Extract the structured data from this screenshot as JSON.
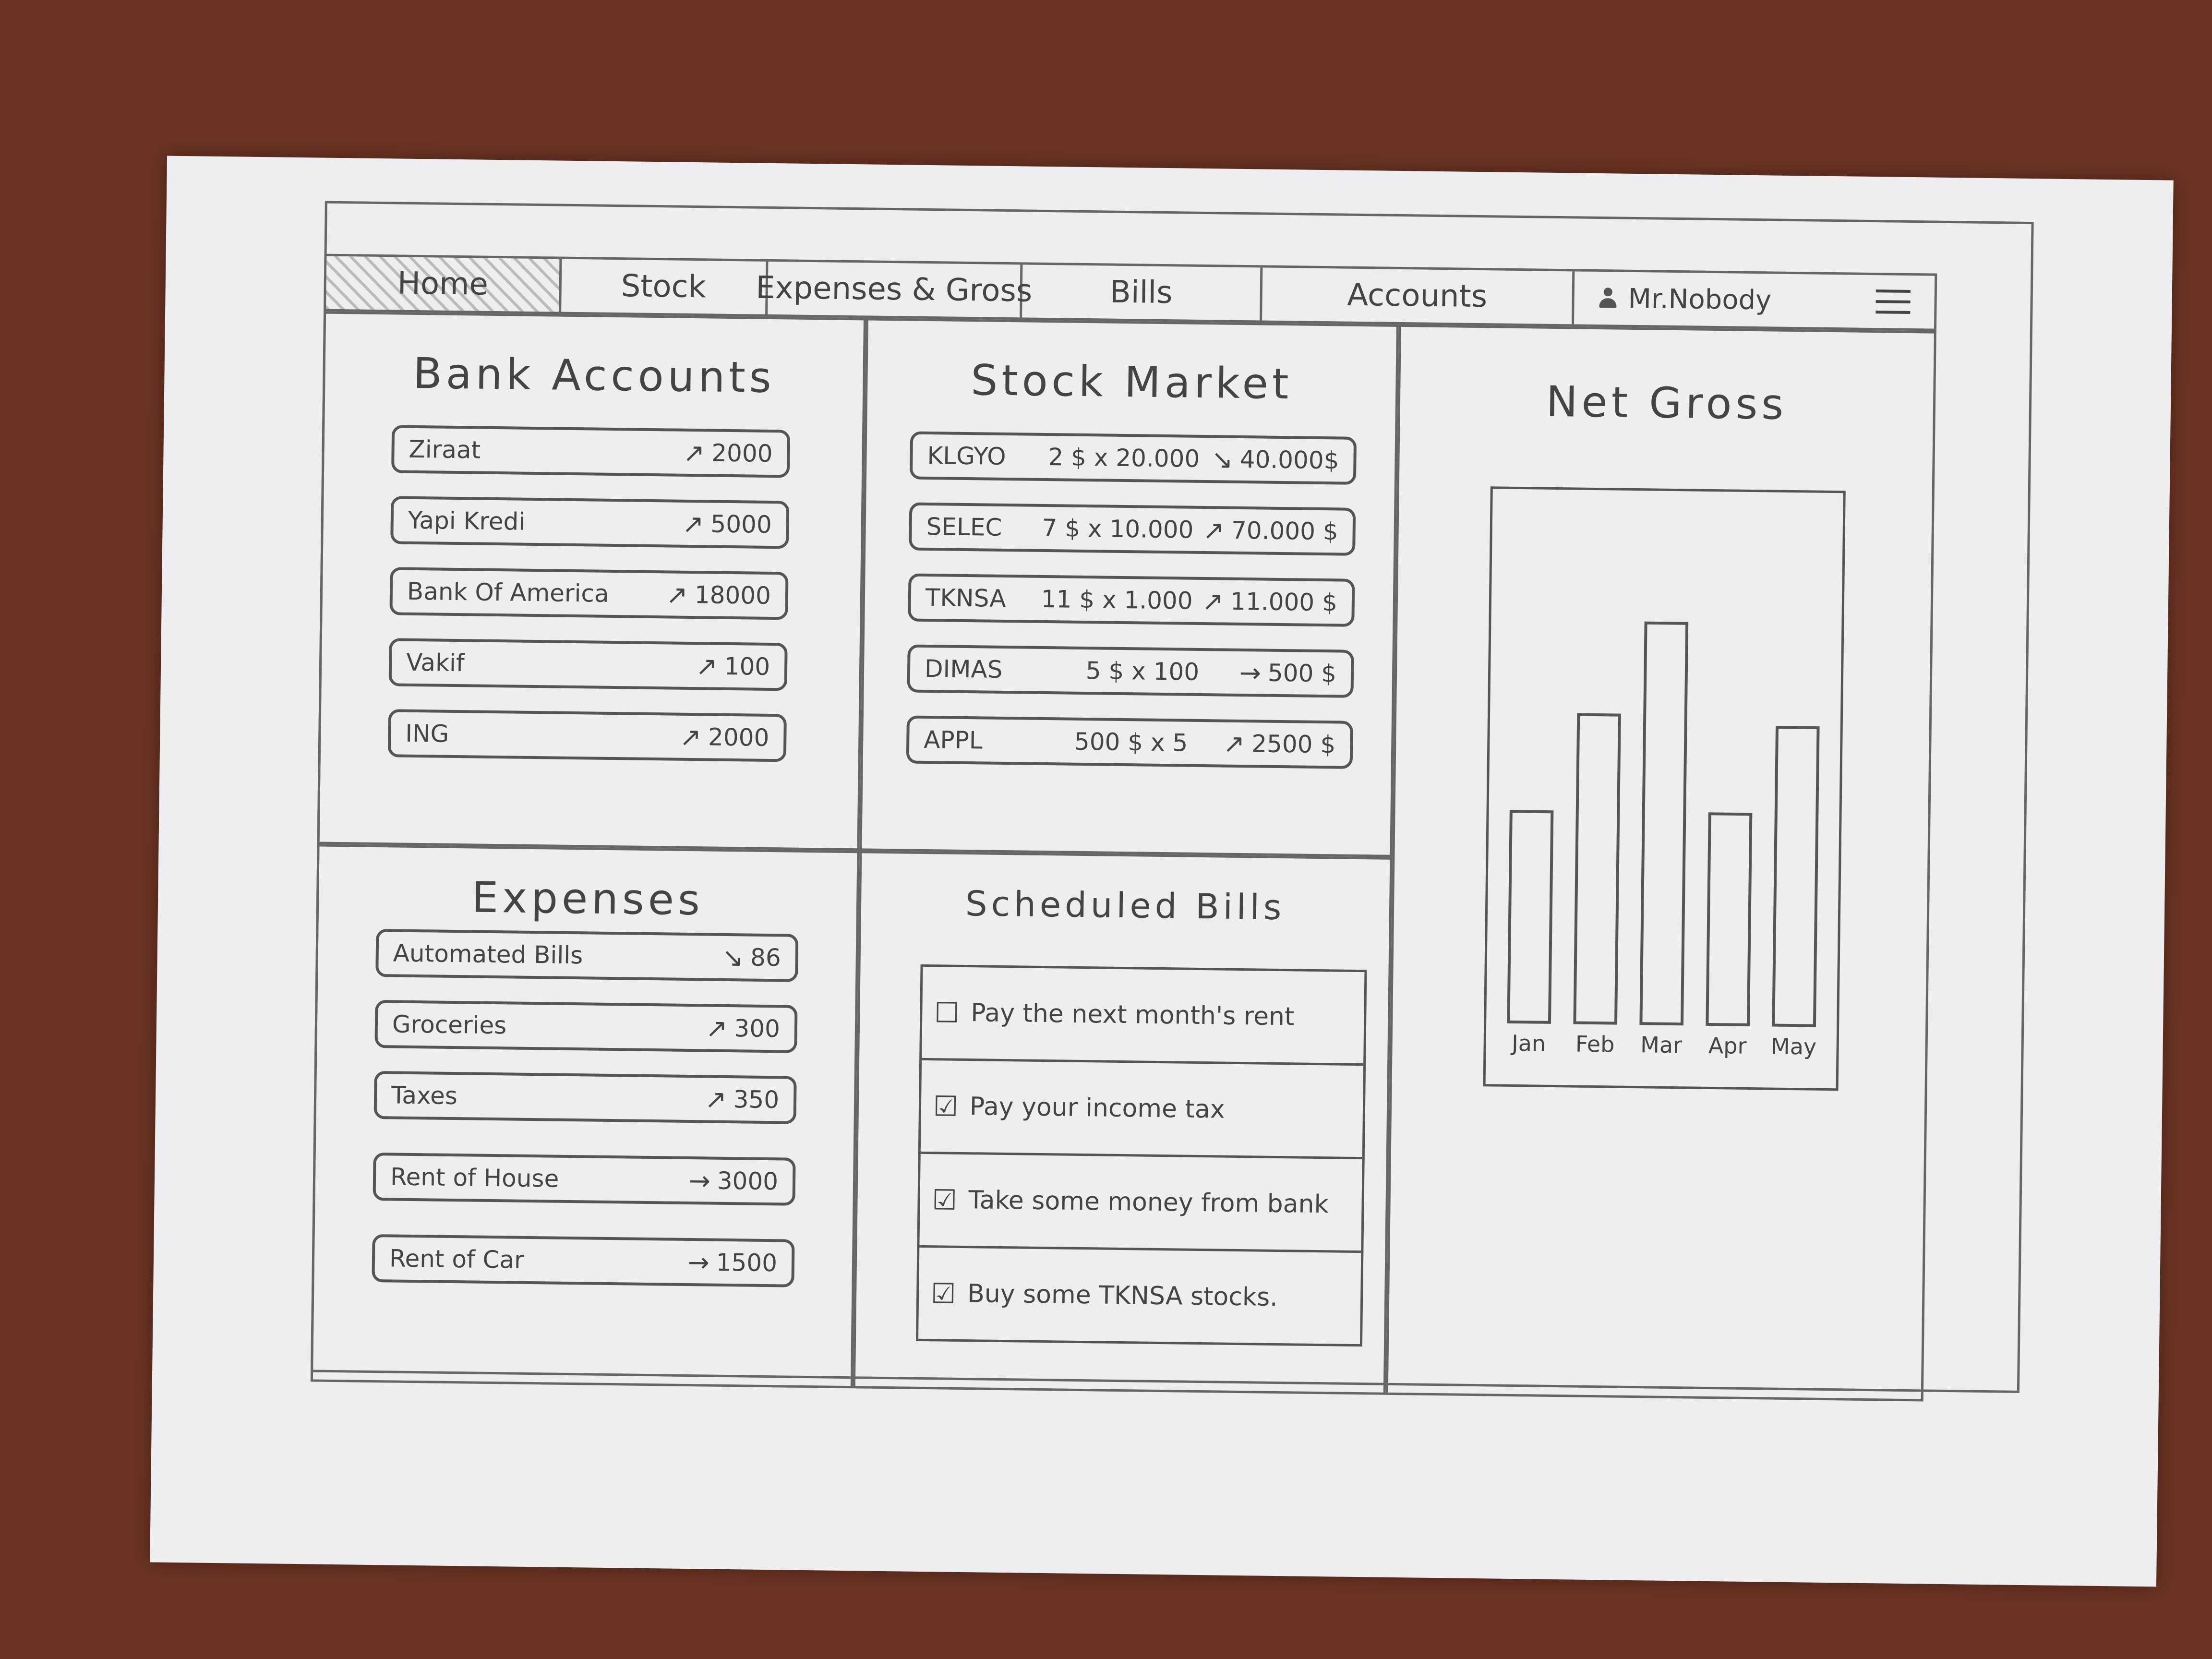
{
  "nav": {
    "items": [
      {
        "label": "Home",
        "active": true
      },
      {
        "label": "Stock",
        "active": false
      },
      {
        "label": "Expenses & Gross",
        "active": false
      },
      {
        "label": "Bills",
        "active": false
      },
      {
        "label": "Accounts",
        "active": false
      }
    ],
    "user_name": "Mr.Nobody",
    "menu_icon": "hamburger-menu-icon",
    "user_icon": "person-icon"
  },
  "bank_accounts": {
    "title": "Bank Accounts",
    "items": [
      {
        "name": "Ziraat",
        "trend": "up",
        "amount": "2000"
      },
      {
        "name": "Yapi Kredi",
        "trend": "up",
        "amount": "5000"
      },
      {
        "name": "Bank Of America",
        "trend": "up",
        "amount": "18000"
      },
      {
        "name": "Vakif",
        "trend": "up",
        "amount": "100"
      },
      {
        "name": "ING",
        "trend": "up",
        "amount": "2000"
      }
    ]
  },
  "stock_market": {
    "title": "Stock Market",
    "items": [
      {
        "ticker": "KLGYO",
        "calc": "2 $ x 20.000",
        "trend": "down",
        "total": "40.000$"
      },
      {
        "ticker": "SELEC",
        "calc": "7 $ x 10.000",
        "trend": "up",
        "total": "70.000 $"
      },
      {
        "ticker": "TKNSA",
        "calc": "11 $ x 1.000",
        "trend": "up",
        "total": "11.000 $"
      },
      {
        "ticker": "DIMAS",
        "calc": "5 $ x 100",
        "trend": "flat",
        "total": "500 $"
      },
      {
        "ticker": "APPL",
        "calc": "500 $ x 5",
        "trend": "up",
        "total": "2500 $"
      }
    ]
  },
  "expenses": {
    "title": "Expenses",
    "items": [
      {
        "name": "Automated Bills",
        "trend": "down",
        "amount": "86"
      },
      {
        "name": "Groceries",
        "trend": "up",
        "amount": "300"
      },
      {
        "name": "Taxes",
        "trend": "up",
        "amount": "350"
      },
      {
        "name": "Rent of House",
        "trend": "flat",
        "amount": "3000"
      },
      {
        "name": "Rent of Car",
        "trend": "flat",
        "amount": "1500"
      }
    ]
  },
  "scheduled_bills": {
    "title": "Scheduled Bills",
    "items": [
      {
        "text": "Pay the next month's rent",
        "checked": false
      },
      {
        "text": "Pay your income tax",
        "checked": true
      },
      {
        "text": "Take some money from bank",
        "checked": true
      },
      {
        "text": "Buy some TKNSA stocks.",
        "checked": true
      }
    ]
  },
  "net_gross": {
    "title": "Net Gross"
  },
  "chart_data": {
    "type": "bar",
    "title": "Net Gross",
    "categories": [
      "Jan",
      "Feb",
      "Mar",
      "Apr",
      "May"
    ],
    "values": [
      41,
      60,
      78,
      41,
      58
    ],
    "ylim": [
      0,
      100
    ],
    "grid": false
  }
}
